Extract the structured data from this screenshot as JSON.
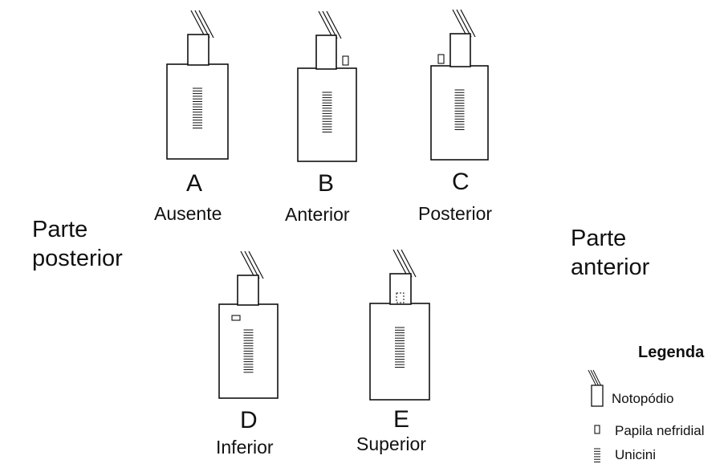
{
  "side_labels": {
    "left": [
      "Parte",
      "posterior"
    ],
    "right": [
      "Parte",
      "anterior"
    ]
  },
  "panels": [
    {
      "letter": "A",
      "label": "Ausente",
      "papilla": "none"
    },
    {
      "letter": "B",
      "label": "Anterior",
      "papilla": "anterior"
    },
    {
      "letter": "C",
      "label": "Posterior",
      "papilla": "posterior"
    },
    {
      "letter": "D",
      "label": "Inferior",
      "papilla": "inferior"
    },
    {
      "letter": "E",
      "label": "Superior",
      "papilla": "superior"
    }
  ],
  "legend": {
    "title": "Legenda",
    "items": [
      {
        "label": "Notopódio",
        "icon": "notopodium-icon"
      },
      {
        "label": "Papila nefridial",
        "icon": "papilla-icon"
      },
      {
        "label": "Unicini",
        "icon": "unicini-icon"
      }
    ]
  }
}
